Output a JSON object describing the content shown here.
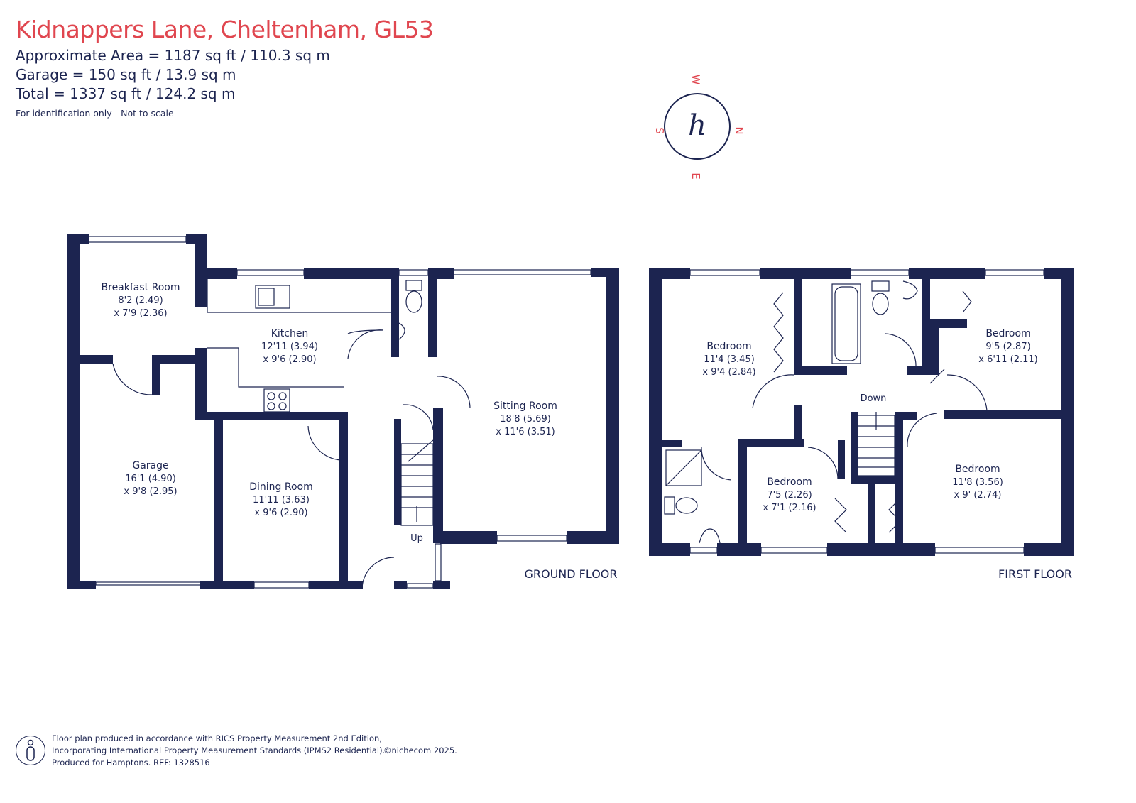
{
  "header": {
    "title": "Kidnappers Lane, Cheltenham, GL53",
    "area_lines": [
      "Approximate Area = 1187  sq ft / 110.3  sq m",
      "Garage = 150 sq ft / 13.9  sq m",
      "Total = 1337 sq ft / 124.2 sq m"
    ],
    "disclaimer": "For identification only - Not to scale"
  },
  "compass": {
    "letters": {
      "north": "N",
      "south": "S",
      "east": "E",
      "west": "W"
    },
    "logo": "h"
  },
  "ground_floor": {
    "label": "GROUND FLOOR",
    "rooms": [
      {
        "name": "Breakfast Room",
        "dims": [
          "8'2 (2.49)",
          "x 7'9 (2.36)"
        ]
      },
      {
        "name": "Kitchen",
        "dims": [
          "12'11 (3.94)",
          "x 9'6 (2.90)"
        ]
      },
      {
        "name": "Garage",
        "dims": [
          "16'1 (4.90)",
          "x 9'8 (2.95)"
        ]
      },
      {
        "name": "Dining Room",
        "dims": [
          "11'11 (3.63)",
          "x 9'6 (2.90)"
        ]
      },
      {
        "name": "Sitting Room",
        "dims": [
          "18'8 (5.69)",
          "x 11'6 (3.51)"
        ]
      }
    ],
    "stairs_label": "Up"
  },
  "first_floor": {
    "label": "FIRST FLOOR",
    "rooms": [
      {
        "name": "Bedroom",
        "dims": [
          "11'4 (3.45)",
          "x 9'4 (2.84)"
        ]
      },
      {
        "name": "Bedroom",
        "dims": [
          "9'5 (2.87)",
          "x 6'11 (2.11)"
        ]
      },
      {
        "name": "Bedroom",
        "dims": [
          "7'5 (2.26)",
          "x 7'1 (2.16)"
        ]
      },
      {
        "name": "Bedroom",
        "dims": [
          "11'8 (3.56)",
          "x 9' (2.74)"
        ]
      }
    ],
    "stairs_label": "Down"
  },
  "footer": {
    "lines": [
      "Floor plan produced in accordance with RICS Property Measurement 2nd Edition,",
      "Incorporating International Property Measurement Standards (IPMS2 Residential).",
      "Produced for Hamptons.   REF:  1328516"
    ],
    "copyright": "©nichecom 2025."
  },
  "colors": {
    "wall": "#1c2450",
    "accent": "#e0464f",
    "background": "#ffffff"
  },
  "icons": {
    "footer": "info-person-icon"
  }
}
